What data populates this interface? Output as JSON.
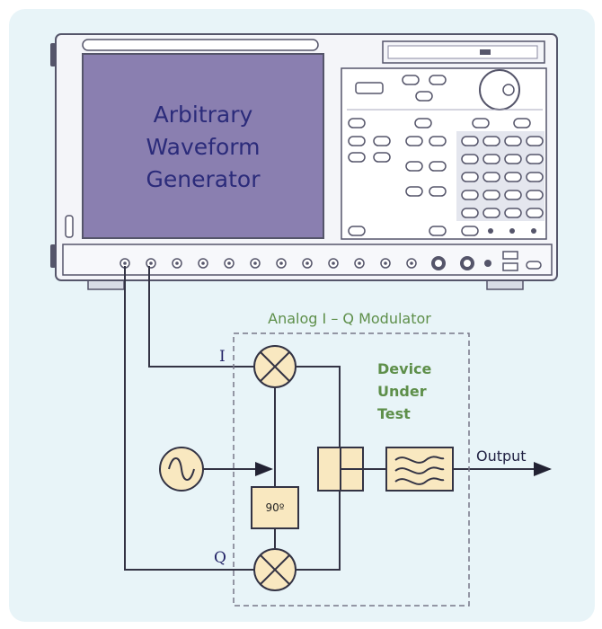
{
  "instrument": {
    "screen_line1": "Arbitrary",
    "screen_line2": "Waveform",
    "screen_line3": "Generator"
  },
  "modulator": {
    "title": "Analog I – Q Modulator",
    "i_label": "I",
    "q_label": "Q",
    "phase_shift_label": "90º"
  },
  "dut": {
    "line1": "Device",
    "line2": "Under",
    "line3": "Test"
  },
  "output_label": "Output",
  "colors": {
    "background": "#e8f4f8",
    "instrument_screen": "#8a7fb0",
    "component_fill": "#f9e8c0",
    "module_label": "#5e8f4a",
    "outline": "#33334d"
  }
}
